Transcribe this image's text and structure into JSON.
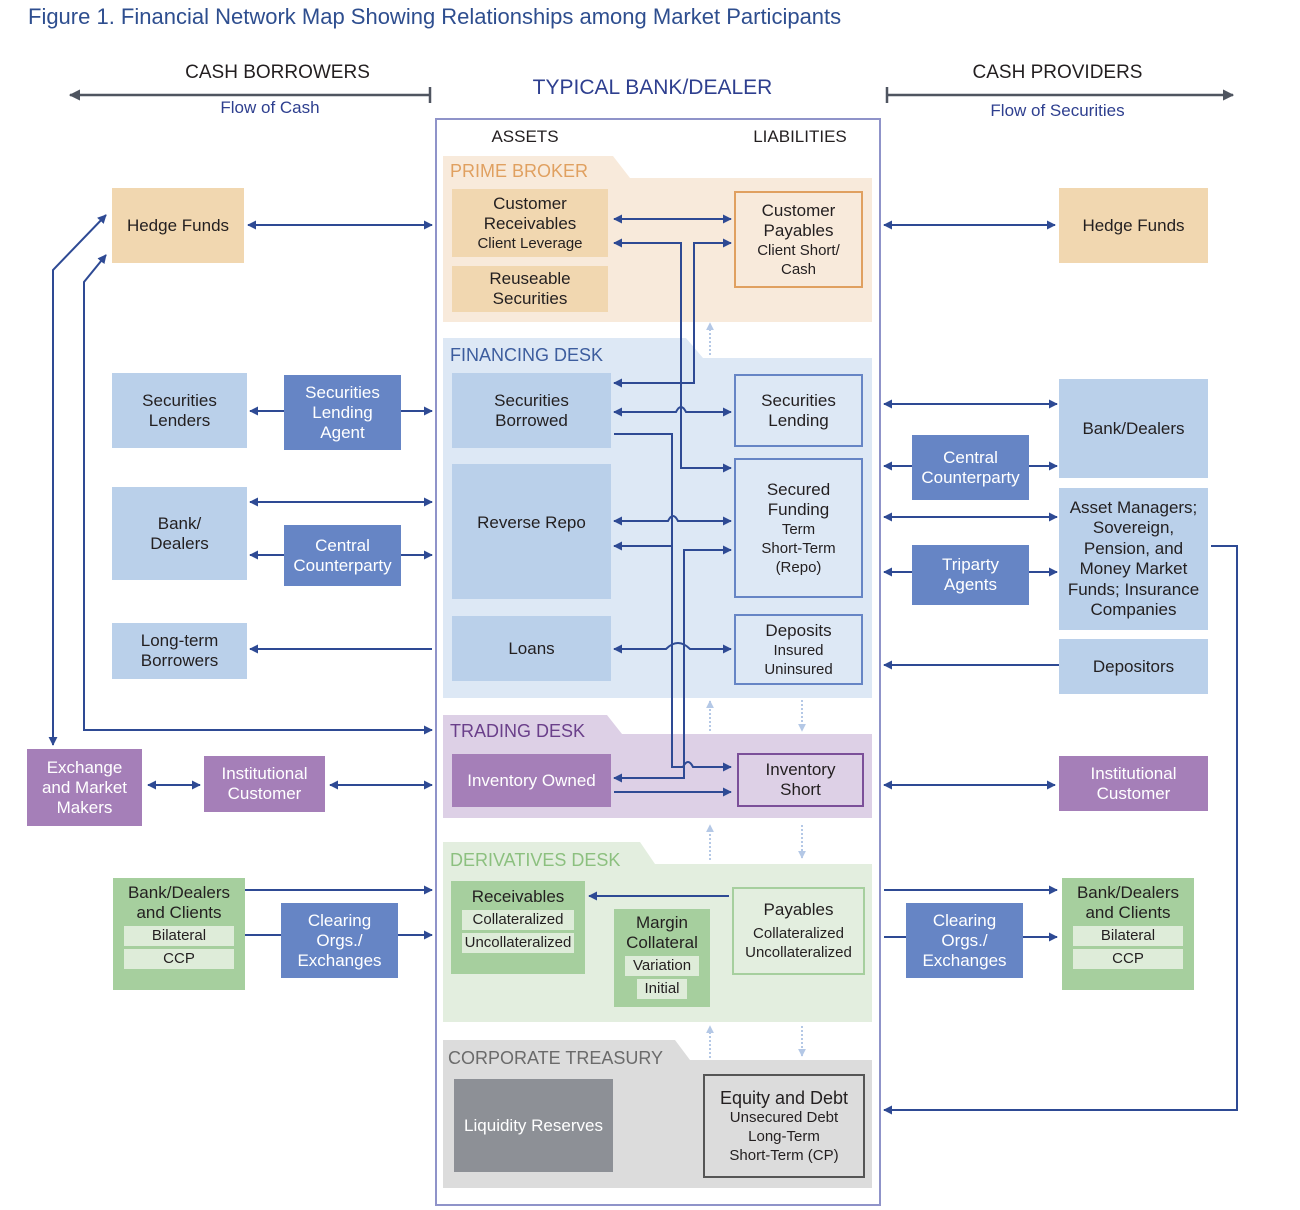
{
  "title": "Figure 1. Financial Network Map Showing Relationships among Market Participants",
  "headers": {
    "left": {
      "label": "CASH BORROWERS",
      "sub": "Flow of Cash"
    },
    "center": {
      "label": "TYPICAL BANK/DEALER",
      "assets": "ASSETS",
      "liabilities": "LIABILITIES"
    },
    "right": {
      "label": "CASH PROVIDERS",
      "sub": "Flow of Securities"
    }
  },
  "colors": {
    "arrow": "#2e4a94",
    "bank_border": "#8f93c9",
    "prime_broker": "#e0a060",
    "financing_desk": "#3d5d9e",
    "trading_desk": "#6a3f8a",
    "derivatives_desk": "#8cc07f",
    "corporate_treasury": "#6b6b6b"
  },
  "sections": {
    "prime_broker": {
      "label": "PRIME BROKER",
      "customer_receivables": {
        "title": "Customer Receivables",
        "detail": "Client Leverage"
      },
      "reuseable_securities": {
        "title": "Reuseable Securities"
      },
      "customer_payables": {
        "title": "Customer Payables",
        "detail": "Client Short/ Cash"
      }
    },
    "financing_desk": {
      "label": "FINANCING DESK",
      "securities_borrowed": {
        "title": "Securities Borrowed"
      },
      "reverse_repo": {
        "title": "Reverse Repo"
      },
      "loans": {
        "title": "Loans"
      },
      "securities_lending": {
        "title": "Securities Lending"
      },
      "secured_funding": {
        "title": "Secured Funding",
        "detail1": "Term",
        "detail2": "Short-Term",
        "detail3": "(Repo)"
      },
      "deposits": {
        "title": "Deposits",
        "detail1": "Insured",
        "detail2": "Uninsured"
      }
    },
    "trading_desk": {
      "label": "TRADING DESK",
      "inventory_owned": {
        "title": "Inventory Owned"
      },
      "inventory_short": {
        "title": "Inventory Short"
      }
    },
    "derivatives_desk": {
      "label": "DERIVATIVES DESK",
      "receivables": {
        "title": "Receivables",
        "chip1": "Collateralized",
        "chip2": "Uncollateralized"
      },
      "margin_collateral": {
        "title": "Margin Collateral",
        "chip1": "Variation",
        "chip2": "Initial"
      },
      "payables": {
        "title": "Payables",
        "detail1": "Collateralized",
        "detail2": "Uncollateralized"
      }
    },
    "corporate_treasury": {
      "label": "CORPORATE TREASURY",
      "liquidity_reserves": {
        "title": "Liquidity Reserves"
      },
      "equity_and_debt": {
        "title": "Equity and Debt",
        "detail1": "Unsecured Debt",
        "detail2": "Long-Term",
        "detail3": "Short-Term (CP)"
      }
    }
  },
  "left_nodes": {
    "hedge_funds": "Hedge Funds",
    "securities_lenders": "Securities Lenders",
    "securities_lending_agent": "Securities Lending Agent",
    "bank_dealers": "Bank/ Dealers",
    "central_counterparty": "Central Counterparty",
    "long_term_borrowers": "Long-term Borrowers",
    "exchange_market_makers": "Exchange and Market Makers",
    "institutional_customer": "Institutional Customer",
    "bank_dealers_clients": {
      "title": "Bank/Dealers and Clients",
      "chip1": "Bilateral",
      "chip2": "CCP"
    },
    "clearing_orgs": "Clearing Orgs./ Exchanges"
  },
  "right_nodes": {
    "hedge_funds": "Hedge Funds",
    "bank_dealers": "Bank/Dealers",
    "central_counterparty": "Central Counterparty",
    "asset_managers": "Asset Managers; Sovereign, Pension, and Money Market Funds; Insurance Companies",
    "triparty_agents": "Triparty Agents",
    "depositors": "Depositors",
    "institutional_customer": "Institutional Customer",
    "clearing_orgs": "Clearing Orgs./ Exchanges",
    "bank_dealers_clients": {
      "title": "Bank/Dealers and Clients",
      "chip1": "Bilateral",
      "chip2": "CCP"
    }
  }
}
